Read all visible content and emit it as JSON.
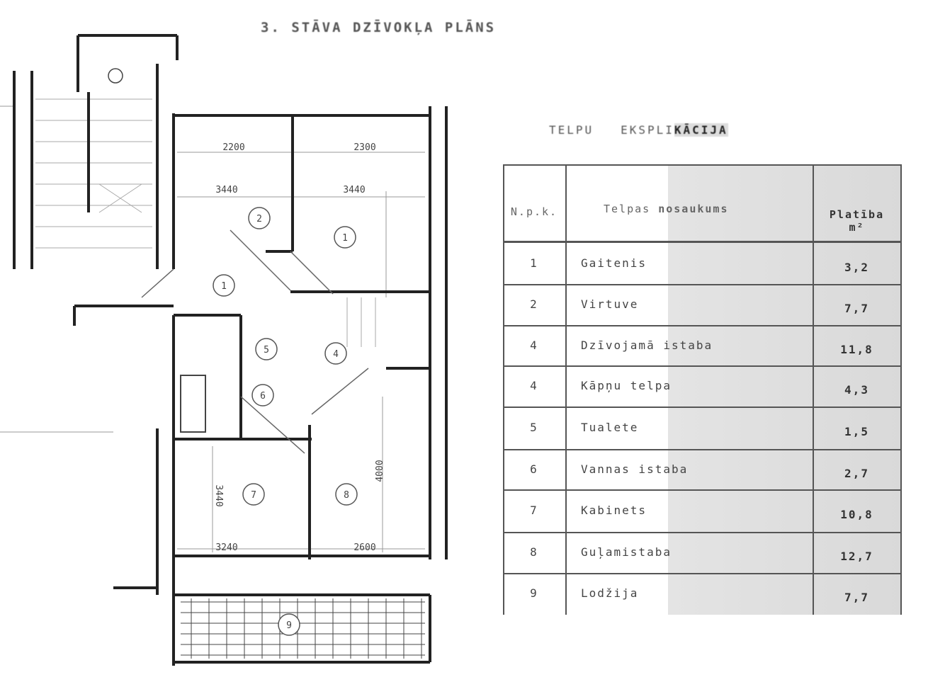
{
  "plan": {
    "title": "3. STĀVA DZĪVOKĻA PLĀNS",
    "room_markers": [
      "2",
      "1",
      "1",
      "5",
      "4",
      "6",
      "7",
      "8",
      "9"
    ],
    "dimensions": [
      "2200",
      "2300",
      "3440",
      "3440",
      "3240",
      "2600",
      "4000",
      "3440"
    ]
  },
  "explication": {
    "title_part1": "TELPU",
    "title_part2": "EKSPLI",
    "title_part3": "KĀCIJA",
    "headers": {
      "number": "N.p.k.",
      "name_part1": "Telpas",
      "name_part2": "nosaukums",
      "area": "Platība",
      "area_unit": "m²"
    },
    "rows": [
      {
        "number": "1",
        "name": "Gaitenis",
        "area": "3,2"
      },
      {
        "number": "2",
        "name": "Virtuve",
        "area": "7,7"
      },
      {
        "number": "4",
        "name": "Dzīvojamā istaba",
        "area": "11,8"
      },
      {
        "number": "4",
        "name": "Kāpņu telpa",
        "area": "4,3"
      },
      {
        "number": "5",
        "name": "Tualete",
        "area": "1,5"
      },
      {
        "number": "6",
        "name": "Vannas istaba",
        "area": "2,7"
      },
      {
        "number": "7",
        "name": "Kabinets",
        "area": "10,8"
      },
      {
        "number": "8",
        "name": "Guļamistaba",
        "area": "12,7"
      },
      {
        "number": "9",
        "name": "Lodžija",
        "area": "7,7"
      }
    ]
  }
}
